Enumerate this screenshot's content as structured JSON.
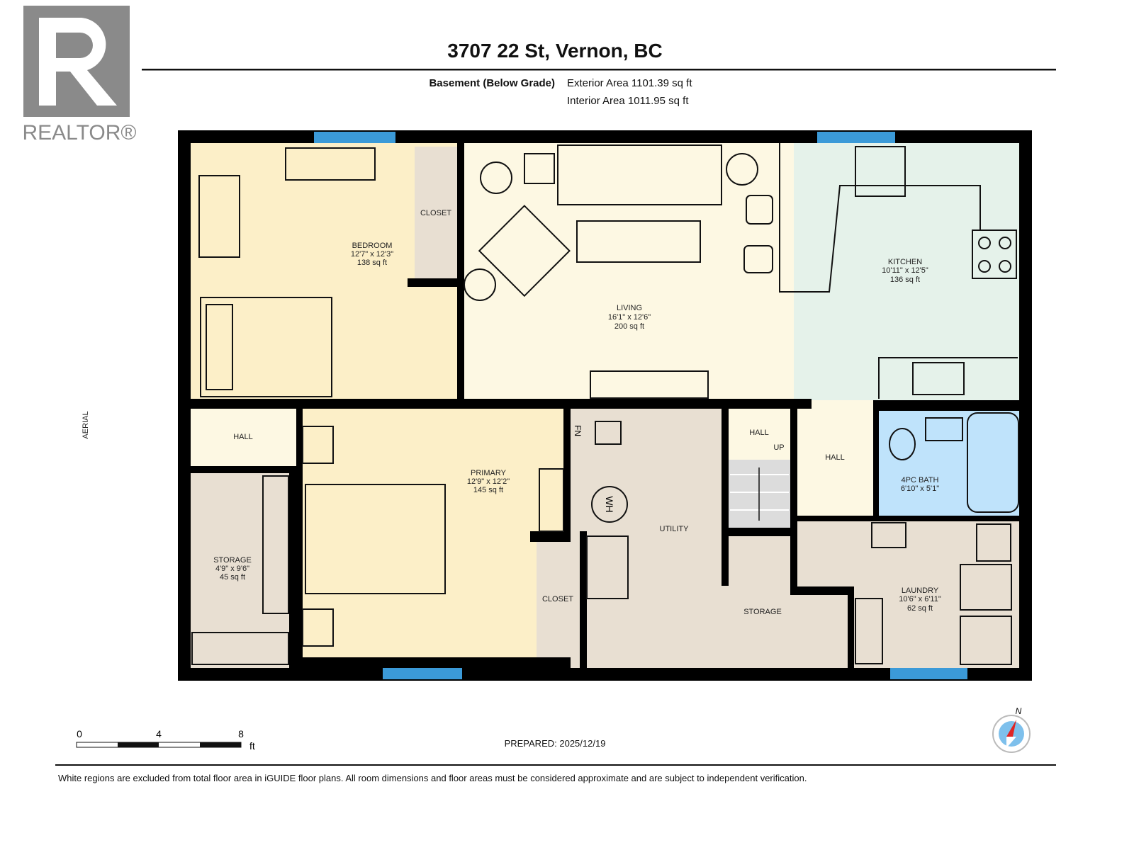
{
  "header": {
    "title": "3707 22 St, Vernon, BC",
    "floor_name": "Basement (Below Grade)",
    "exterior_area": "Exterior Area 1101.39 sq ft",
    "interior_area": "Interior Area 1011.95 sq ft"
  },
  "logo": {
    "letter": "R",
    "text": "REALTOR®"
  },
  "side_label": "AERIAL",
  "rooms": {
    "bedroom": {
      "name": "BEDROOM",
      "dims": "12'7\" x 12'3\"",
      "area": "138 sq ft"
    },
    "closet_1": {
      "name": "CLOSET"
    },
    "living": {
      "name": "LIVING",
      "dims": "16'1\" x 12'6\"",
      "area": "200 sq ft"
    },
    "kitchen": {
      "name": "KITCHEN",
      "dims": "10'11\" x 12'5\"",
      "area": "136 sq ft"
    },
    "hall_left": {
      "name": "HALL"
    },
    "storage_left": {
      "name": "STORAGE",
      "dims": "4'9\" x 9'6\"",
      "area": "45 sq ft"
    },
    "primary": {
      "name": "PRIMARY",
      "dims": "12'9\" x 12'2\"",
      "area": "145 sq ft"
    },
    "closet_2": {
      "name": "CLOSET"
    },
    "utility": {
      "name": "UTILITY"
    },
    "storage_mid": {
      "name": "STORAGE"
    },
    "hall_stairs": {
      "name": "HALL",
      "up": "UP"
    },
    "hall_right": {
      "name": "HALL"
    },
    "bath": {
      "name": "4PC BATH",
      "dims": "6'10\" x 5'1\""
    },
    "laundry": {
      "name": "LAUNDRY",
      "dims": "10'6\" x 6'11\"",
      "area": "62 sq ft"
    }
  },
  "fixtures": {
    "water_heater": "WH",
    "furnace": "FN"
  },
  "scale_bar": {
    "ticks": [
      "0",
      "4",
      "8"
    ],
    "unit": "ft"
  },
  "prepared": "PREPARED: 2025/12/19",
  "compass": {
    "label": "N"
  },
  "disclaimer": "White regions are excluded from total floor area in iGUIDE floor plans. All room dimensions and floor areas must be considered approximate and are subject to independent verification.",
  "colors": {
    "bedroom": "#fcefc8",
    "living": "#fdf8e3",
    "kitchen": "#e5f2ea",
    "storage": "#e8dfd2",
    "bath": "#bfe3fb",
    "window": "#3b9ad8",
    "logo": "#8a8a8a"
  }
}
